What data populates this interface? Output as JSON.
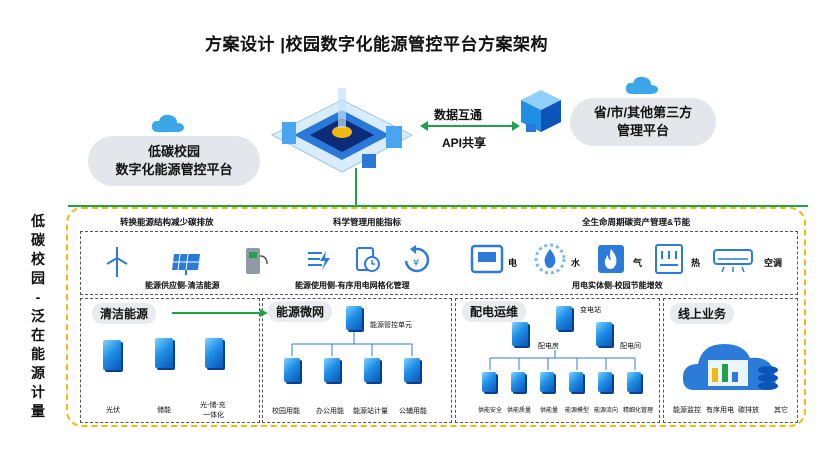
{
  "title": "方案设计 |校园数字化能源管控平台方案架构",
  "left_platform": {
    "line1": "低碳校园",
    "line2": "数字化能源管控平台"
  },
  "right_platform": {
    "line1": "省/市/其他第三方",
    "line2": "管理平台"
  },
  "exchange": {
    "top": "数据互通",
    "bottom": "API共享"
  },
  "side_label": [
    "低",
    "碳",
    "校",
    "园",
    "-",
    "泛",
    "在",
    "能",
    "源",
    "计",
    "量"
  ],
  "row_labels": {
    "left": "转换能源结构减少碳排放",
    "mid": "科学管理用能指标",
    "right": "全生命周期碳资产管理&节能"
  },
  "icon_labels": {
    "elec": "电",
    "water": "水",
    "gas": "气",
    "heat": "热",
    "ac": "空调"
  },
  "sub_labels": {
    "supply": "能源供应侧-清洁能源",
    "use": "能源使用侧-有序用电网格化管理",
    "entity": "用电实体侧-校园节能增效"
  },
  "clean_energy": {
    "title": "清洁能源",
    "items": [
      "光伏",
      "储能",
      "光-储-充",
      "一体化"
    ]
  },
  "microgrid": {
    "title": "能源微网",
    "unit": "能源管控单元",
    "items": [
      "校园用能",
      "办公用能",
      "能源站计量",
      "公辅用能"
    ]
  },
  "distribution": {
    "title": "配电运维",
    "station": "变电站",
    "room": "配电房",
    "hall": "配电间",
    "items": [
      "供能安全",
      "供能质量",
      "供能量",
      "能源模型",
      "能源流向",
      "精细化管理"
    ]
  },
  "online": {
    "title": "线上业务",
    "items": [
      "能源监控",
      "有序用电",
      "碳排放",
      "其它"
    ]
  },
  "colors": {
    "accent_green": "#20a14a",
    "outer_border": "#f2b90f",
    "cube_blue": "#1f8fe6",
    "cloud_blue": "#3ba7e8"
  },
  "icons": [
    "cloud-icon",
    "server-stack-icon",
    "wind-turbine-icon",
    "solar-panel-icon",
    "ev-charger-icon",
    "meter-icon",
    "clock-icon",
    "refresh-yen-icon",
    "electric-meter-icon",
    "water-drop-icon",
    "flame-icon",
    "heat-meter-icon",
    "air-conditioner-icon"
  ]
}
